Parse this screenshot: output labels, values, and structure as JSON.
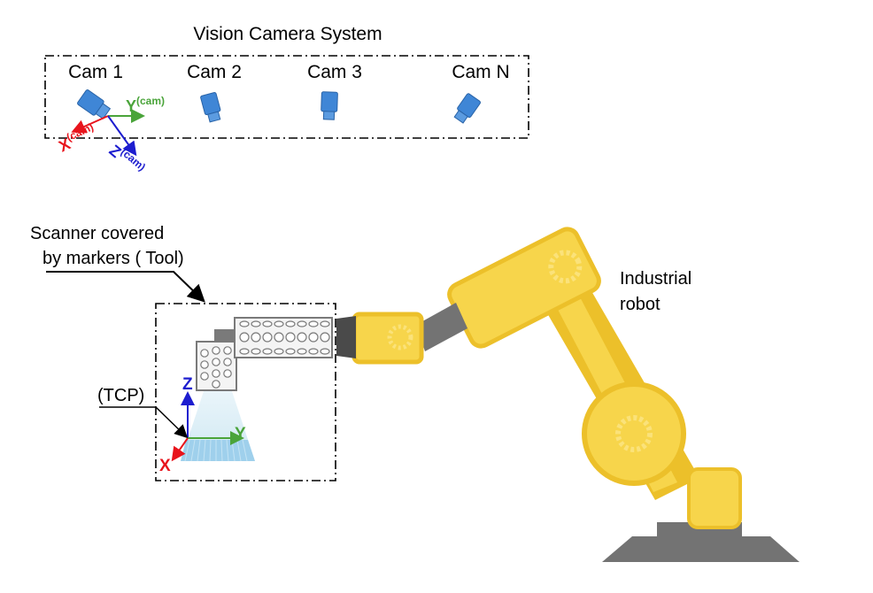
{
  "camera_system": {
    "title": "Vision Camera System",
    "cameras": [
      "Cam 1",
      "Cam 2",
      "Cam 3",
      "Cam N"
    ],
    "axis_x": "X",
    "axis_x_sup": "(cam)",
    "axis_y": "Y",
    "axis_y_sup": "(cam)",
    "axis_z": "Z",
    "axis_z_sup": "(cam)"
  },
  "tool": {
    "label_line1": "Scanner covered",
    "label_line2": "by markers ( Tool)",
    "tcp_label": "(TCP)",
    "axis_x": "X",
    "axis_y": "Y",
    "axis_z": "Z"
  },
  "robot": {
    "label_line1": "Industrial",
    "label_line2": "robot"
  },
  "colors": {
    "camera": "#3f86d6",
    "camera_dark": "#2a64a8",
    "axis_x": "#e8141c",
    "axis_y": "#4aa43a",
    "axis_z": "#1d1dcf",
    "robot": "#f7d54b",
    "robot_light": "#fbe27a",
    "robot_dark": "#ecc02a",
    "base": "#737373",
    "scan_beam": "#cfe8f3",
    "scan_fan": "#9fd0ec"
  }
}
